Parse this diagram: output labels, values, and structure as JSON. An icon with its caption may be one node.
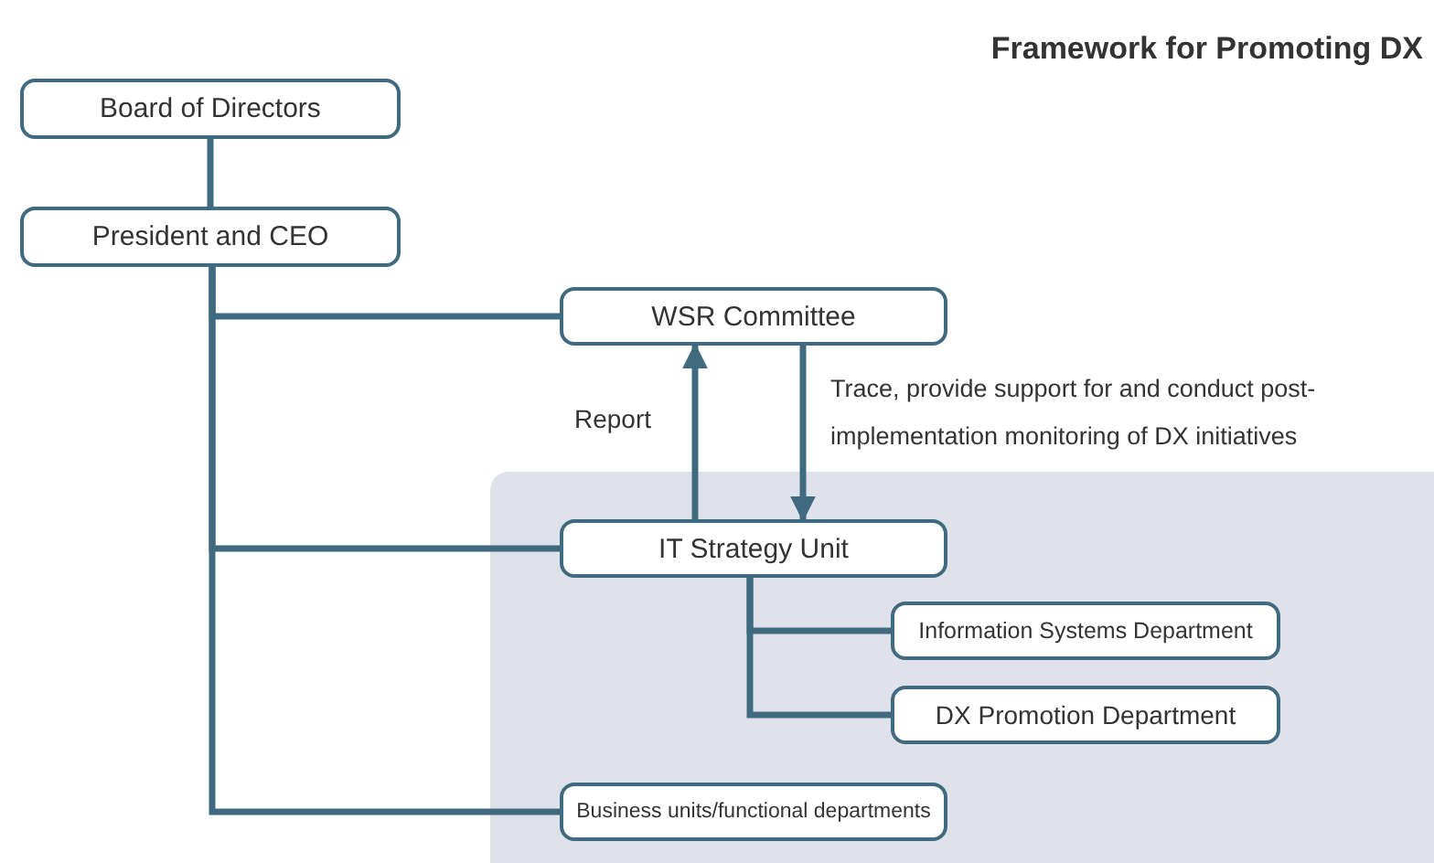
{
  "diagram": {
    "title": "Framework for Promoting DX",
    "nodes": [
      {
        "text": [
          "Board of Directors"
        ]
      },
      {
        "text": [
          "President and CEO"
        ]
      },
      {
        "text": [
          "WSR Committee"
        ]
      },
      {
        "text": [],
        "shape": "box"
      },
      {
        "text": [
          "IT Strategy Unit"
        ],
        "in": 3
      },
      {
        "text": [
          "Information Systems Department"
        ],
        "in": 3
      },
      {
        "text": [
          "DX Promotion Department"
        ],
        "in": 3
      },
      {
        "text": [
          "Business units/functional departments"
        ],
        "in": 3
      }
    ],
    "edges": [
      {
        "from": 0,
        "to": 1,
        "arrow": "none"
      },
      {
        "from": 1,
        "to": 2,
        "arrow": "none"
      },
      {
        "from": 1,
        "to": 4,
        "arrow": "none"
      },
      {
        "from": 1,
        "to": 7,
        "arrow": "none"
      },
      {
        "from": 4,
        "to": 2,
        "arrow": "to",
        "label": "Report"
      },
      {
        "from": 2,
        "to": 4,
        "arrow": "to",
        "label": "Trace, provide support for and conduct post-implementation monitoring of DX initiatives"
      },
      {
        "from": 4,
        "to": 5,
        "arrow": "none"
      },
      {
        "from": 4,
        "to": 6,
        "arrow": "none"
      }
    ]
  }
}
